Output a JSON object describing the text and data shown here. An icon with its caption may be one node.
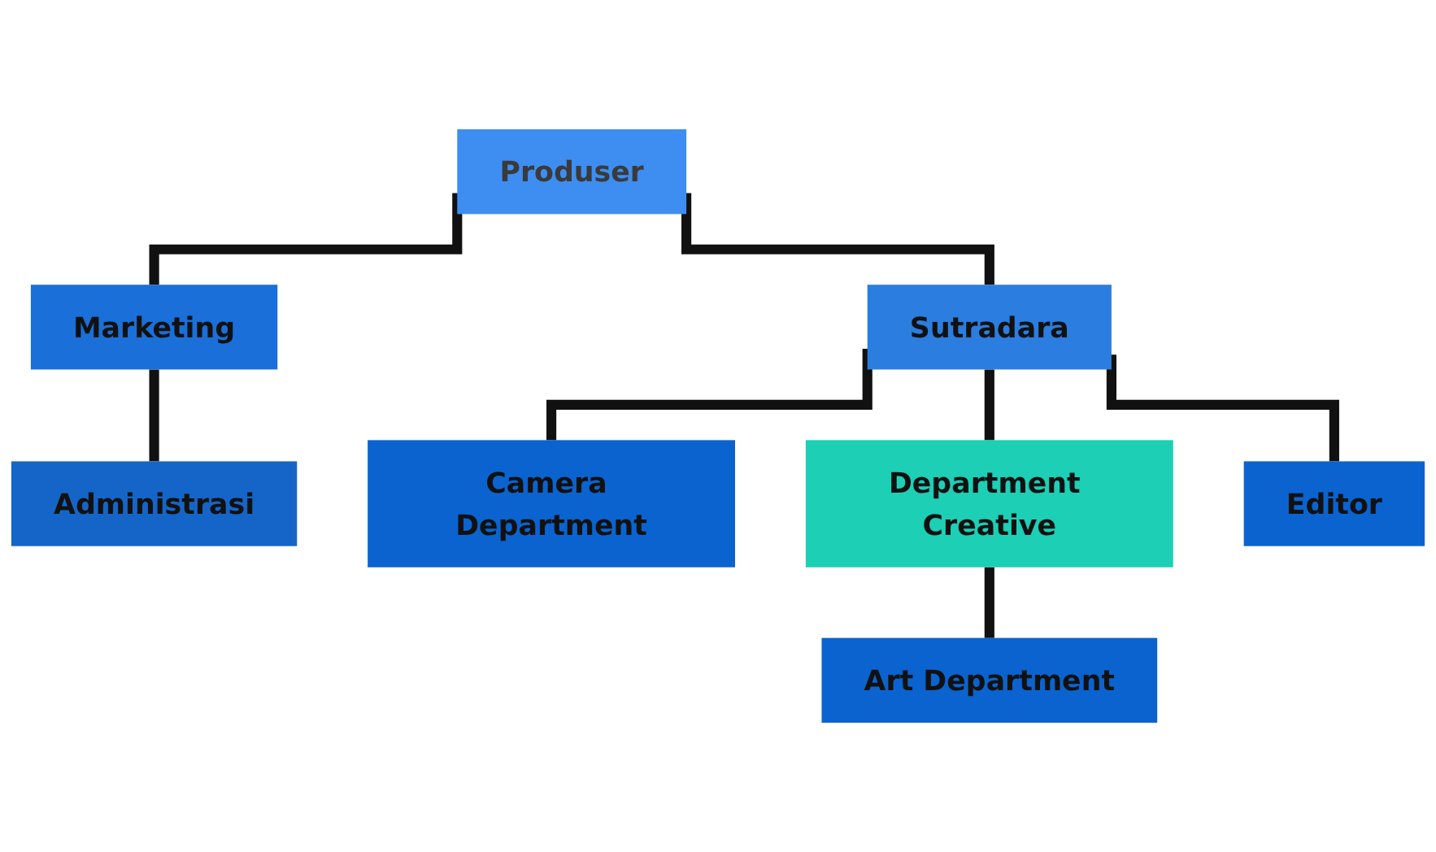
{
  "diagram": {
    "nodes": [
      {
        "text": [
          "Produser"
        ]
      },
      {
        "text": [
          "Marketing"
        ]
      },
      {
        "text": [
          "Administrasi"
        ]
      },
      {
        "text": [
          "Sutradara"
        ]
      },
      {
        "text": [
          "Camera Department"
        ]
      },
      {
        "text": [
          "Department Creative"
        ]
      },
      {
        "text": [
          "Editor"
        ]
      },
      {
        "text": [
          "Art Department"
        ]
      }
    ],
    "edges": [
      {
        "from": 0,
        "to": 1,
        "arrow": "none"
      },
      {
        "from": 1,
        "to": 2,
        "arrow": "none"
      },
      {
        "from": 0,
        "to": 3,
        "arrow": "none"
      },
      {
        "from": 3,
        "to": 4,
        "arrow": "none"
      },
      {
        "from": 3,
        "to": 5,
        "arrow": "none"
      },
      {
        "from": 3,
        "to": 6,
        "arrow": "none"
      },
      {
        "from": 5,
        "to": 7,
        "arrow": "none"
      }
    ]
  }
}
